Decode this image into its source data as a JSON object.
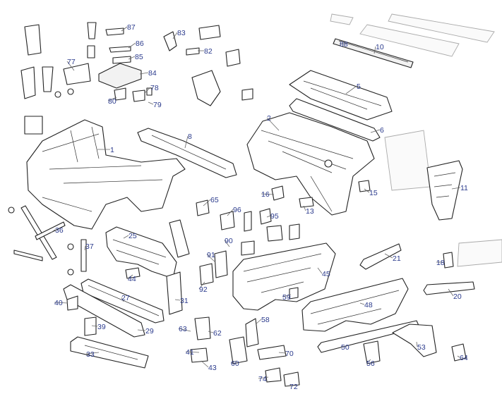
{
  "labels": [
    "1",
    "2",
    "5",
    "6",
    "8",
    "10",
    "11",
    "13",
    "15",
    "16",
    "18",
    "20",
    "21",
    "25",
    "27",
    "29",
    "31",
    "33",
    "36",
    "37",
    "39",
    "40",
    "41",
    "43",
    "44",
    "45",
    "48",
    "50",
    "53",
    "56",
    "58",
    "59",
    "60",
    "62",
    "63",
    "64",
    "65",
    "70",
    "72",
    "74",
    "77",
    "78",
    "79",
    "80",
    "82",
    "83",
    "84",
    "85",
    "86",
    "87",
    "88",
    "90",
    "91",
    "92",
    "95",
    "96"
  ],
  "colors": {
    "label": "#2a3a8c",
    "line": "#222222"
  }
}
